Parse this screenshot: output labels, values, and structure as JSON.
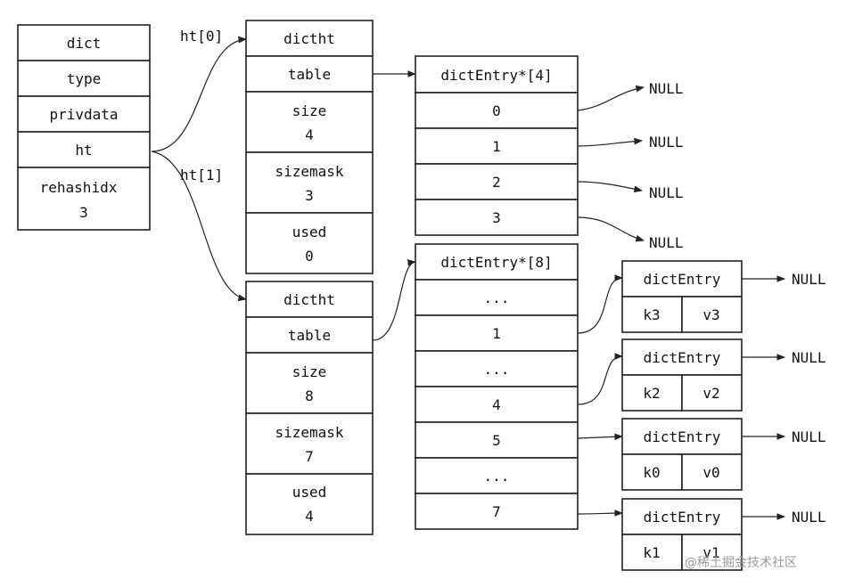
{
  "dict": {
    "title": "dict",
    "type": "type",
    "privdata": "privdata",
    "ht": "ht",
    "rehashidx": "rehashidx",
    "rehashidx_value": "3"
  },
  "labels": {
    "ht0": "ht[0]",
    "ht1": "ht[1]"
  },
  "ht0": {
    "title": "dictht",
    "table": "table",
    "size_label": "size",
    "size": "4",
    "sizemask_label": "sizemask",
    "sizemask": "3",
    "used_label": "used",
    "used": "0"
  },
  "ht1": {
    "title": "dictht",
    "table": "table",
    "size_label": "size",
    "size": "8",
    "sizemask_label": "sizemask",
    "sizemask": "7",
    "used_label": "used",
    "used": "4"
  },
  "arr4": {
    "title": "dictEntry*[4]",
    "cells": [
      "0",
      "1",
      "2",
      "3"
    ]
  },
  "arr8": {
    "title": "dictEntry*[8]",
    "cells": [
      "...",
      "1",
      "...",
      "4",
      "5",
      "...",
      "7"
    ]
  },
  "null": "NULL",
  "entries": [
    {
      "title": "dictEntry",
      "key": "k3",
      "val": "v3"
    },
    {
      "title": "dictEntry",
      "key": "k2",
      "val": "v2"
    },
    {
      "title": "dictEntry",
      "key": "k0",
      "val": "v0"
    },
    {
      "title": "dictEntry",
      "key": "k1",
      "val": "v1"
    }
  ],
  "watermark": "@稀土掘金技术社区"
}
